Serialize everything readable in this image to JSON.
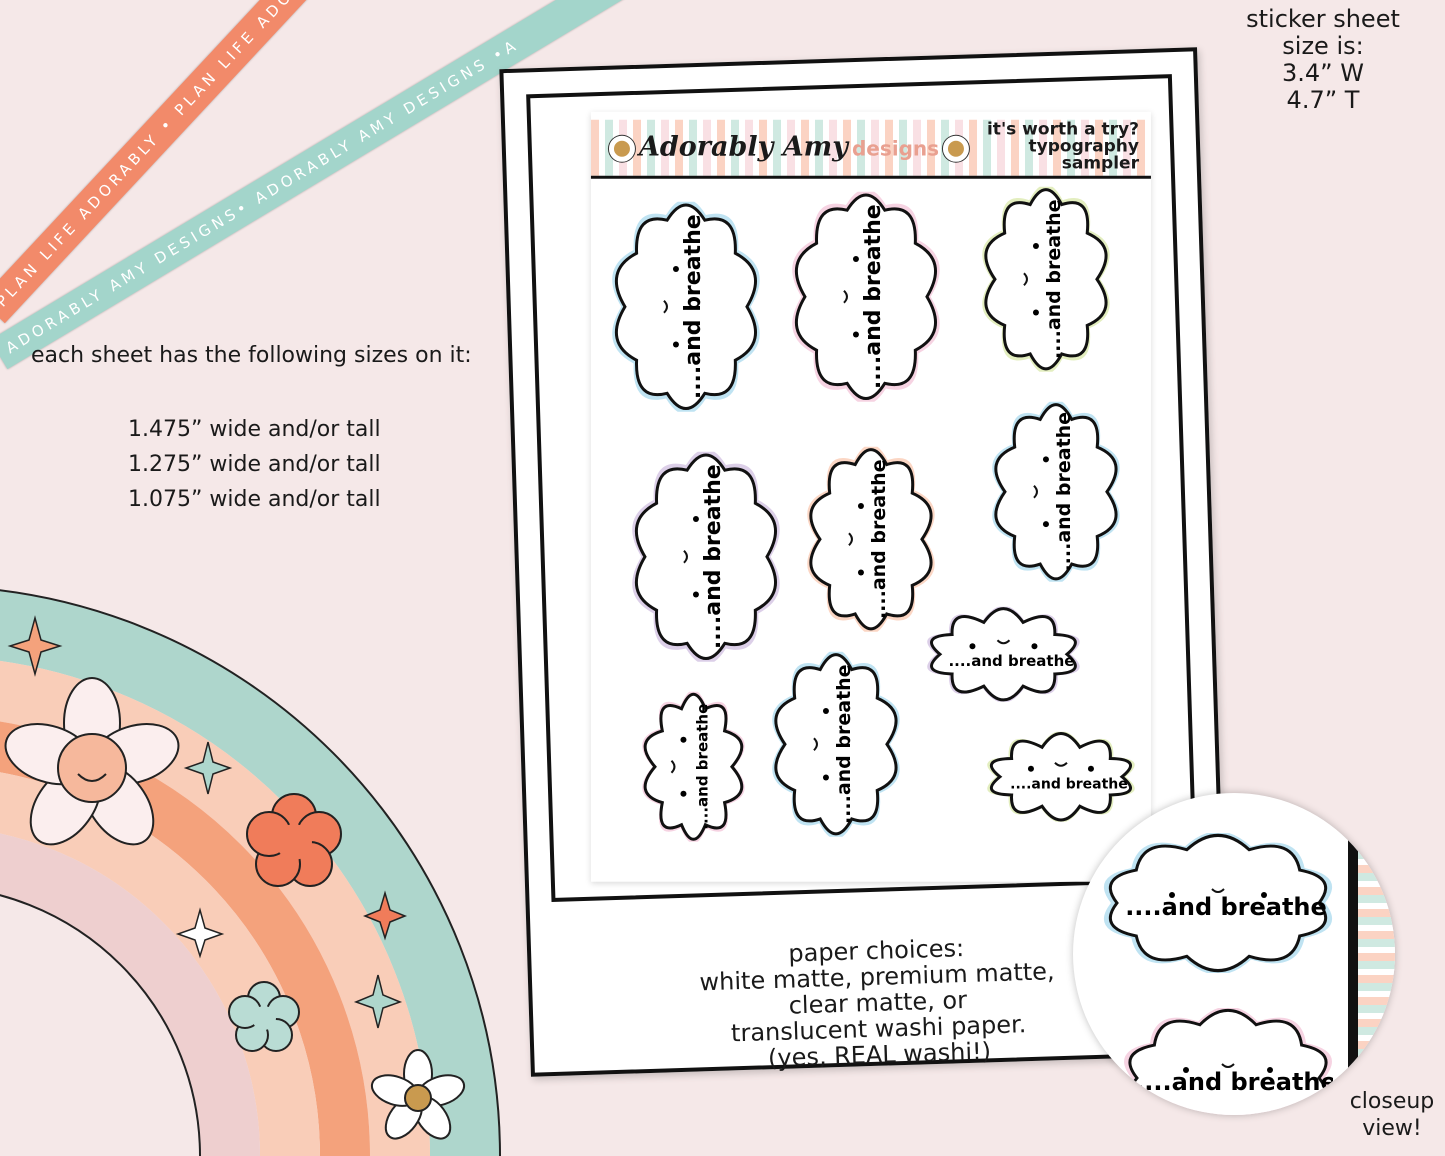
{
  "ribbons": {
    "coral_text": "PLAN LIFE ADORABLY • PLAN LIFE ADORABLY • PLAN LIFE AD",
    "teal_text": "ADORABLY AMY DESIGNS• ADORABLY AMY DESIGNS •A"
  },
  "info": {
    "heading": "each sheet has the following sizes on it:",
    "sizes": [
      "1.475” wide and/or tall",
      "1.275” wide and/or tall",
      "1.075” wide and/or tall"
    ]
  },
  "sheet_size": {
    "line1": "sticker sheet",
    "line2": "size is:",
    "line3": "3.4” W",
    "line4": "4.7” T"
  },
  "sheet": {
    "logo": "Adorably Amy",
    "logo_suffix": "designs",
    "title_lines": [
      "it's worth a try?",
      "typography",
      "sampler"
    ],
    "sticker_text": "....and breathe"
  },
  "paper": {
    "lines": [
      "paper choices:",
      "white matte, premium matte,",
      "clear matte, or",
      "translucent washi paper.",
      "(yes, REAL washi!)"
    ]
  },
  "closeup": {
    "label_line1": "closeup",
    "label_line2": "view!"
  },
  "colors": {
    "background": "#f5e8e8",
    "coral": "#f28a6a",
    "teal": "#a3d5cb",
    "blue": "#bfe3f2",
    "pink": "#f6d3e2",
    "green": "#e3eebf",
    "purple": "#dccfe8",
    "peach": "#fbd6c4"
  }
}
